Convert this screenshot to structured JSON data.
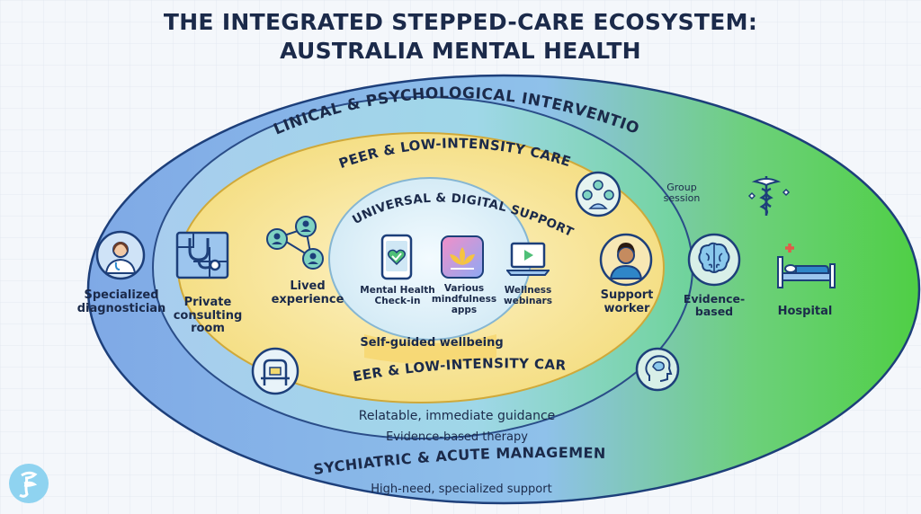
{
  "title": {
    "line1": "THE INTEGRATED STEPPED-CARE ECOSYSTEM:",
    "line2": "AUSTRALIA MENTAL HEALTH"
  },
  "rings": {
    "clinical": "CLINICAL & PSYCHOLOGICAL INTERVENTION",
    "peer_top": "PEER & LOW-INTENSITY CARE",
    "universal": "UNIVERSAL & DIGITAL SUPPORT",
    "peer_bottom": "PEER & LOW-INTENSITY CARE",
    "psychiatric": "PSYCHIATRIC & ACUTE MANAGEMENT"
  },
  "taglines": {
    "self_guided": "Self-guided wellbeing",
    "relatable": "Relatable, immediate guidance",
    "evidence_therapy": "Evidence-based therapy",
    "high_need": "High-need, specialized support"
  },
  "nodes": {
    "specialized_diagnostician": "Specialized diagnostician",
    "private_consulting_room": "Private consulting room",
    "lived_experience": "Lived experience",
    "mental_health_checkin": "Mental Health Check-in",
    "mindfulness_apps": "Various mindfulness apps",
    "wellness_webinars": "Wellness webinars",
    "support_worker": "Support worker",
    "group_session": "Group session",
    "evidence_based": "Evidence-based",
    "hospital": "Hospital"
  },
  "colors": {
    "outer_ring": "#6f9fe0",
    "clinical_ring": "#55c6c0",
    "green_edge": "#5ccf5a",
    "peer_ring": "#f2d86e",
    "universal_core": "#dff0f8",
    "text": "#1b2a4a"
  }
}
